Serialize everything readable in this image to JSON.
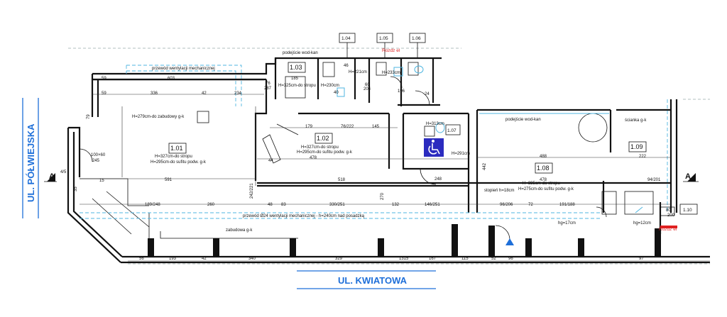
{
  "streets": {
    "left": "UL. PÓŁWIEJSKA",
    "bottom": "UL. KWIATOWA",
    "color": "#1e6fd9"
  },
  "section_marker": "A",
  "room_tags": [
    "1.04",
    "1.05",
    "1.06",
    "1.10"
  ],
  "rooms": {
    "r101": {
      "id": "1.01",
      "h1": "H=327cm-do stropu",
      "h2": "H=295cm-do sufitu podw. g-k"
    },
    "r102": {
      "id": "1.02",
      "h1": "H=327cm-do stropu",
      "h2": "H=295cm-do sufitu podw. g-k"
    },
    "r103": {
      "id": "1.03",
      "h1": "H=325cm-do stropu",
      "h2": "H=230cm"
    },
    "r107": {
      "id": "1.07",
      "h1": "H=291cm"
    },
    "r108": {
      "id": "1.08",
      "h1": "H=335cm-do stropu",
      "h2": "H=275cm-do sufitu podw. g-k"
    },
    "r109": {
      "id": "1.09"
    }
  },
  "notes": {
    "vent_top": "przewód wentylacji mechanicznej",
    "vent_bottom": "przewód Ø24 wentylacji mechanicznej - h=240cm nad posadzką",
    "podejscie_1": "podejście wod-kan",
    "podejscie_2": "podejście wod-kan",
    "zabudowy_top": "H=279cm-do zabudowy g-k",
    "zabudowa_bottom": "zabudowa g-k",
    "scianka": "ścianka g-k",
    "stopien": "stopień h=18cm",
    "hg": "hg=17cm",
    "hg2": "hg=12cm",
    "rozdz_top": "Rozdz el",
    "rozdz_bottom": "Rozdz el",
    "door_left": "100×60",
    "h221": "H=221cm",
    "h233": "H=233cm",
    "h313": "H=313cm"
  },
  "dims": {
    "top_row": [
      "59",
      "603",
      "59",
      "336",
      "42",
      "234"
    ],
    "mid_row": [
      "179",
      "76/222",
      "145",
      "46",
      "488",
      "222"
    ],
    "main_row": [
      "591",
      "478",
      "518",
      "478",
      "94/201"
    ],
    "lower_row": [
      "189/248",
      "260",
      "48",
      "83",
      "330/251",
      "132",
      "146/251",
      "72",
      "191/188",
      "96/206"
    ],
    "bottom_row": [
      "56",
      "193",
      "42",
      "340",
      "329",
      "1315",
      "167",
      "115",
      "52",
      "96",
      "97"
    ],
    "misc": [
      "185",
      "287",
      "76",
      "40",
      "60",
      "204",
      "196",
      "24",
      "44",
      "442",
      "270",
      "248",
      "200",
      "80",
      "245",
      "242/221",
      "4/5",
      "79",
      "35",
      "15"
    ]
  }
}
